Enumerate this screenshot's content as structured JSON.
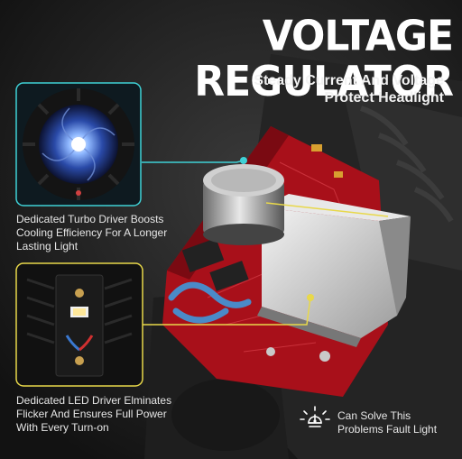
{
  "title": "VOLTAGE REGULATOR",
  "subtitle": {
    "line1": "Steady Current And Voltage",
    "line2": "Protect Headlight"
  },
  "callouts": {
    "turbo": {
      "line1": "Dedicated Turbo Driver Boosts",
      "line2": "Cooling Efficiency For A Longer",
      "line3": "Lasting Light"
    },
    "led": {
      "line1": "Dedicated LED Driver Elminates",
      "line2": "Flicker And Ensures Full Power",
      "line3": "With Every Turn-on"
    },
    "fault": {
      "line1": "Can Solve This",
      "line2": "Problems Fault Light"
    }
  },
  "colors": {
    "accent_cyan": "#3fd1d6",
    "accent_yellow": "#e8d84a",
    "pcb_red": "#a8101a",
    "background": "#1a1a1a"
  },
  "icons": [
    "fan-icon",
    "led-chip-icon",
    "capacitor-icon",
    "warning-light-icon"
  ]
}
